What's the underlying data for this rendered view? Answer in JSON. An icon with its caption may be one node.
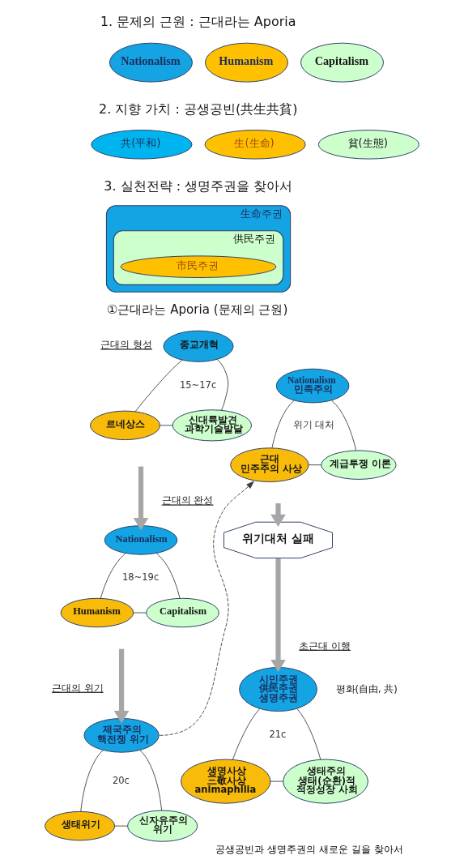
{
  "diagram": {
    "caption": "공생공빈과 생명주권의 새로운 길을 찾아서",
    "nodes": [
      {
        "text": [
          "Nationalism"
        ]
      },
      {
        "text": [
          "Humanism"
        ]
      },
      {
        "text": [
          "Capitalism"
        ]
      },
      {
        "text": [
          "共(平和)"
        ]
      },
      {
        "text": [
          "生(生命)"
        ]
      },
      {
        "text": [
          "貧(生態)"
        ]
      },
      {
        "text": [
          "生命주권"
        ]
      },
      {
        "text": [
          "供民주권"
        ],
        "in": 6
      },
      {
        "text": [
          "市民주권"
        ],
        "in": 7
      },
      {
        "text": [
          "종교개혁"
        ]
      },
      {
        "text": [
          "르네상스"
        ]
      },
      {
        "text": [
          "신대륙발견",
          "과학기술발달"
        ]
      },
      {
        "text": [
          "Nationalism"
        ]
      },
      {
        "text": [
          "Humanism"
        ]
      },
      {
        "text": [
          "Capitalism"
        ]
      },
      {
        "text": [
          "제국주의 핵전쟁 위기"
        ]
      },
      {
        "text": [
          "생태위기"
        ]
      },
      {
        "text": [
          "신자유주의 위기"
        ]
      },
      {
        "text": [
          "Nationalism",
          "민족주의"
        ]
      },
      {
        "text": [
          "근대 민주주의 사상"
        ]
      },
      {
        "text": [
          "계급투쟁 이론"
        ]
      },
      {
        "text": [
          "위기대처 실패"
        ]
      },
      {
        "text": [
          "시민주권",
          "供民주권",
          "생명주권"
        ],
        "beside": [
          "평화(自由, 共)"
        ]
      },
      {
        "text": [
          "생명사상",
          "三敬사상",
          "animaphilia"
        ]
      },
      {
        "text": [
          "생태주의 생태(순환)적 적정성장 사회"
        ]
      }
    ],
    "edges": [
      {
        "from": 9,
        "to": 10,
        "arrow": "none"
      },
      {
        "from": 9,
        "to": 11,
        "arrow": "none"
      },
      {
        "from": 10,
        "to": 11,
        "arrow": "none"
      },
      {
        "from": null,
        "to": 12,
        "arrow": "to",
        "style": "thick",
        "color": "#a6a6a6"
      },
      {
        "from": 12,
        "to": 13,
        "arrow": "none"
      },
      {
        "from": 12,
        "to": 14,
        "arrow": "none"
      },
      {
        "from": 13,
        "to": 14,
        "arrow": "none"
      },
      {
        "from": null,
        "to": 15,
        "arrow": "to",
        "style": "thick",
        "color": "#a6a6a6"
      },
      {
        "from": 15,
        "to": 16,
        "arrow": "none"
      },
      {
        "from": 15,
        "to": 17,
        "arrow": "none"
      },
      {
        "from": 16,
        "to": 17,
        "arrow": "none"
      },
      {
        "from": 15,
        "to": 19,
        "arrow": "to",
        "style": "dashed"
      },
      {
        "from": 18,
        "to": 19,
        "arrow": "none"
      },
      {
        "from": 18,
        "to": 20,
        "arrow": "none"
      },
      {
        "from": 19,
        "to": 20,
        "arrow": "none"
      },
      {
        "from": null,
        "to": 21,
        "arrow": "to",
        "style": "thick",
        "color": "#a6a6a6"
      },
      {
        "from": 21,
        "to": 22,
        "arrow": "to",
        "style": "thick",
        "color": "#a6a6a6"
      },
      {
        "from": 22,
        "to": 23,
        "arrow": "none"
      },
      {
        "from": 22,
        "to": 24,
        "arrow": "none"
      },
      {
        "from": 23,
        "to": 24,
        "arrow": "none"
      }
    ],
    "labels": [
      "1. 문제의 근원 : 근대라는 Aporia",
      "2. 지향 가치 : 공생공빈(共生共貧)",
      "3. 실천전략 : 생명주권을 찾아서",
      "①근대라는 Aporia (문제의 근원)",
      "근대의 형성",
      "15~17c",
      "근대의 완성",
      "18~19c",
      "근대의 위기",
      "20c",
      "위기 대처",
      "초근대 이행",
      "21c"
    ]
  }
}
